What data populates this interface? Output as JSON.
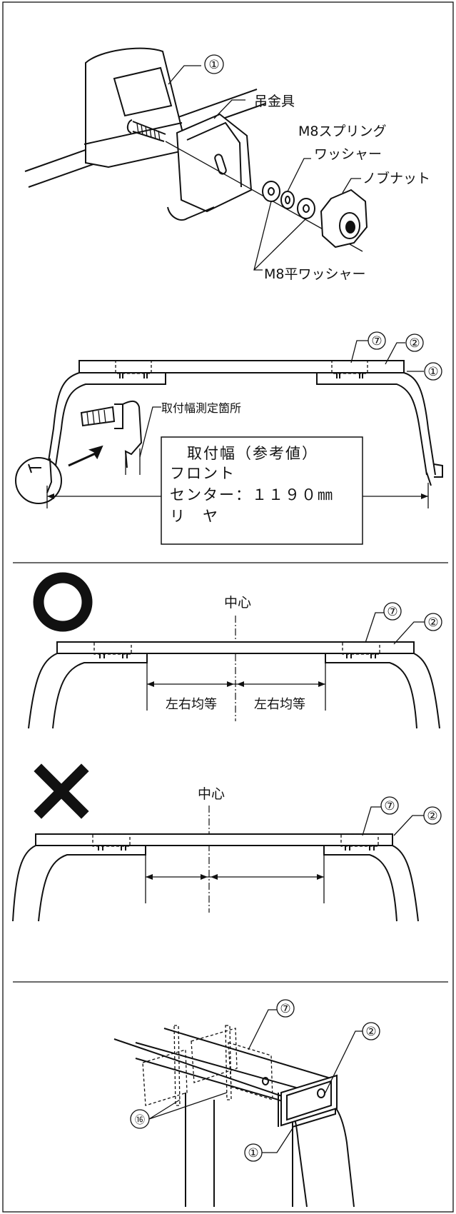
{
  "colors": {
    "line": "#111111",
    "background": "#ffffff"
  },
  "callouts": {
    "c1": "①",
    "c2": "②",
    "c7": "⑦",
    "c16": "⑯"
  },
  "section1": {
    "hanger": "吊金具",
    "spring_washer_line1": "M8スプリング",
    "spring_washer_line2": "ワッシャー",
    "knob_nut": "ノブナット",
    "flat_washer": "M8平ワッシャー"
  },
  "section2": {
    "measure_point": "取付幅測定箇所",
    "box_title": "取付幅（参考値）",
    "box_line1": "フロント",
    "box_line2": "センター：１１９０㎜",
    "box_line3": "リ　ヤ"
  },
  "section3": {
    "ok_icon": "circle-ok-icon",
    "center": "中心",
    "left_equal": "左右均等",
    "right_equal": "左右均等"
  },
  "section4": {
    "ng_icon": "cross-ng-icon",
    "center": "中心"
  }
}
